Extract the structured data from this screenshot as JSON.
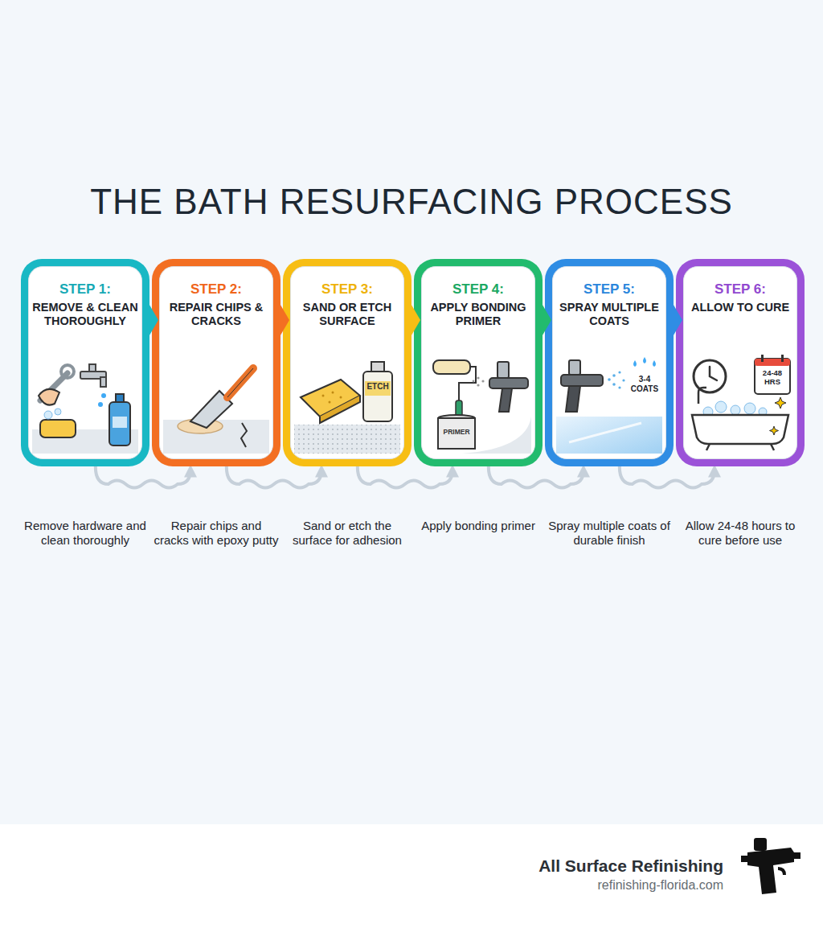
{
  "diagram": {
    "title": "THE BATH RESURFACING PROCESS",
    "nodes": [
      {
        "text": [
          "STEP 1:",
          "REMOVE & CLEAN THOROUGHLY"
        ]
      },
      {
        "text": [
          "STEP 2:",
          "REPAIR CHIPS & CRACKS"
        ]
      },
      {
        "text": [
          "STEP 3:",
          "SAND OR ETCH SURFACE"
        ]
      },
      {
        "text": [
          "STEP 4:",
          "APPLY BONDING PRIMER"
        ]
      },
      {
        "text": [
          "STEP 5:",
          "SPRAY MULTIPLE COATS"
        ]
      },
      {
        "text": [
          "STEP 6:",
          "ALLOW TO CURE"
        ]
      }
    ],
    "edges": [
      {
        "from": 0,
        "to": 1,
        "arrow": "to"
      },
      {
        "from": 1,
        "to": 2,
        "arrow": "to"
      },
      {
        "from": 2,
        "to": 3,
        "arrow": "to"
      },
      {
        "from": 3,
        "to": 4,
        "arrow": "to"
      },
      {
        "from": 4,
        "to": 5,
        "arrow": "to"
      }
    ],
    "labels": [
      "ETCH",
      "PRIMER",
      "3-4 COATS",
      "24-48 HRS",
      "Remove hardware and clean thoroughly",
      "Repair chips and cracks with epoxy putty",
      "Sand or etch the surface for adhesion",
      "Apply bonding primer",
      "Spray multiple coats of durable finish",
      "Allow 24-48 hours to cure before use",
      "All Surface Refinishing",
      "refinishing-florida.com"
    ]
  }
}
